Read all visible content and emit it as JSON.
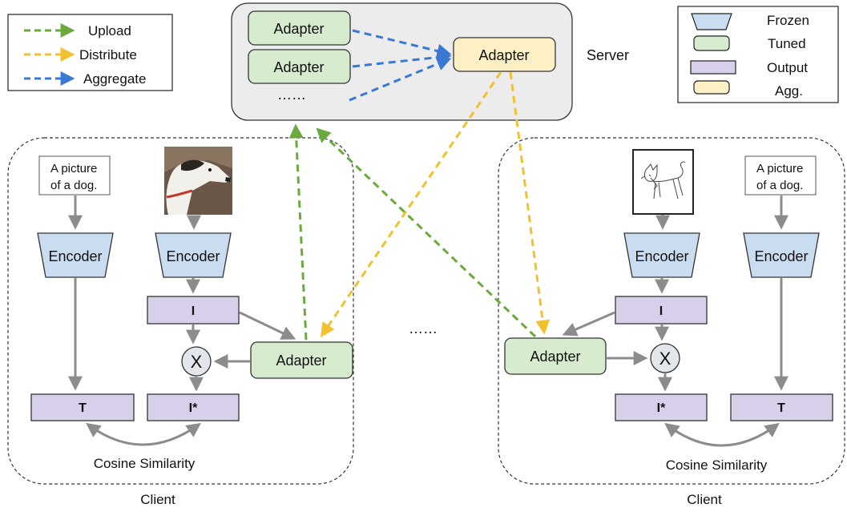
{
  "legend_arrows": {
    "upload": {
      "label": "Upload",
      "color": "#6aaa3c"
    },
    "distribute": {
      "label": "Distribute",
      "color": "#f2c12e"
    },
    "aggregate": {
      "label": "Aggregate",
      "color": "#3a78d6"
    }
  },
  "legend_boxes": {
    "frozen": {
      "label": "Frozen",
      "color": "#c9dcf0"
    },
    "tuned": {
      "label": "Tuned",
      "color": "#d7ebcf"
    },
    "output": {
      "label": "Output",
      "color": "#d8cfea"
    },
    "agg": {
      "label": "Agg.",
      "color": "#fdf0c4"
    }
  },
  "server": {
    "label": "Server",
    "adapter_1": "Adapter",
    "adapter_2": "Adapter",
    "ellipsis": "……",
    "agg_adapter": "Adapter"
  },
  "middle_ellipsis": "……",
  "client_left": {
    "label": "Client",
    "text_input": [
      "A picture",
      "of a dog."
    ],
    "text_encoder": "Encoder",
    "image_encoder": "Encoder",
    "image_feature": "I",
    "multiply": "X",
    "adapter": "Adapter",
    "text_feature": "T",
    "adapted_feature": "I*",
    "similarity": "Cosine Similarity"
  },
  "client_right": {
    "label": "Client",
    "text_input": [
      "A picture",
      "of a dog."
    ],
    "text_encoder": "Encoder",
    "image_encoder": "Encoder",
    "image_feature": "I",
    "multiply": "X",
    "adapter": "Adapter",
    "text_feature": "T",
    "adapted_feature": "I*",
    "similarity": "Cosine Similarity"
  },
  "colors": {
    "frozen_fill": "#c9dcf0",
    "tuned_fill": "#d7ebcf",
    "output_fill": "#d8cfea",
    "agg_fill": "#fdf0c4",
    "server_bg": "#ececec",
    "flow_arrow": "#8c8c8c"
  }
}
